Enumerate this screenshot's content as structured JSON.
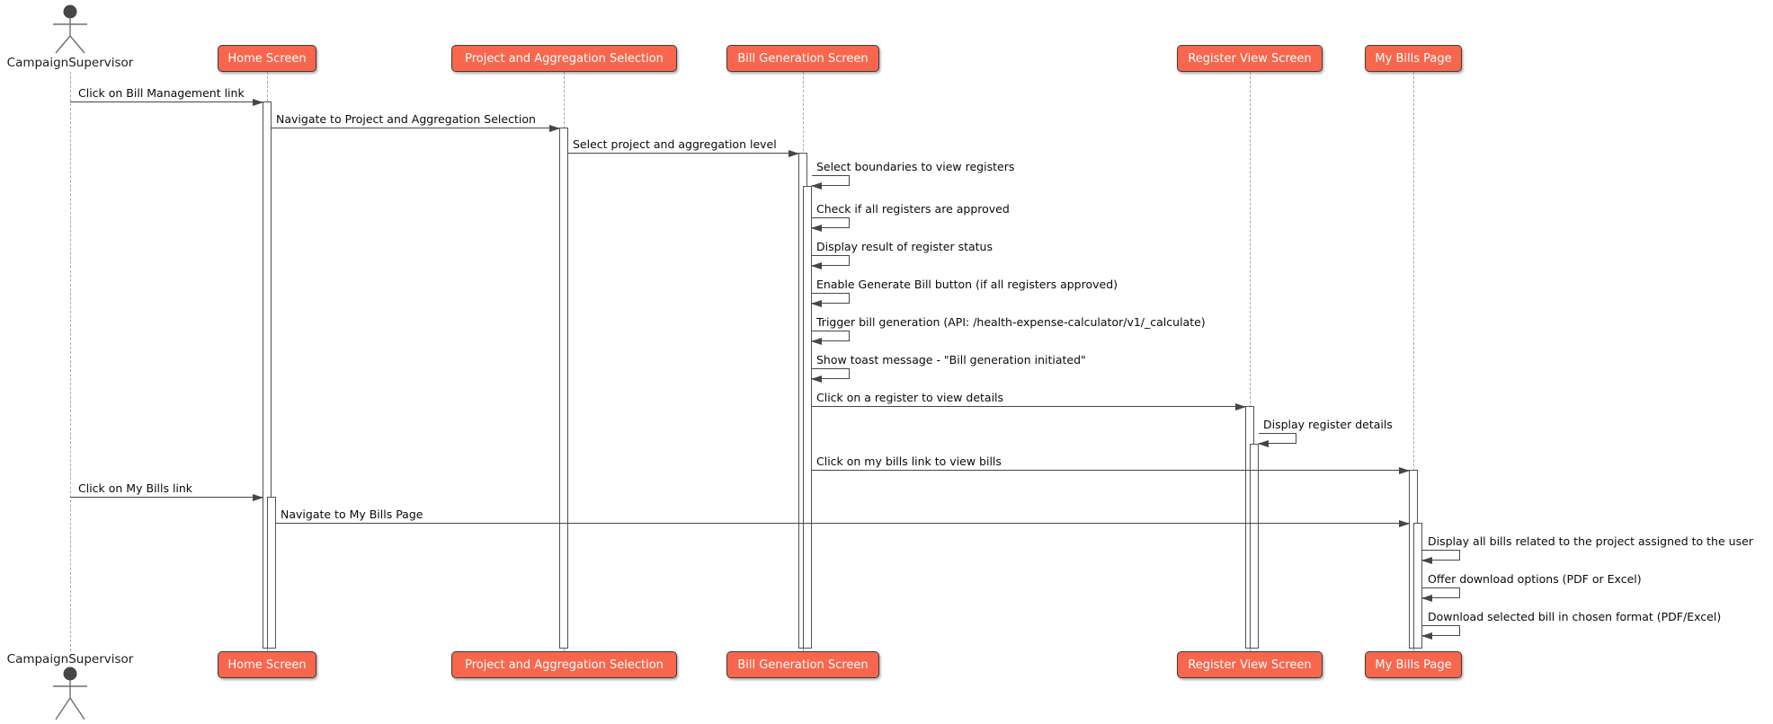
{
  "diagram": {
    "actor_name": "CampaignSupervisor",
    "participants": [
      {
        "label": "Home Screen"
      },
      {
        "label": "Project and Aggregation Selection"
      },
      {
        "label": "Bill Generation Screen"
      },
      {
        "label": "Register View Screen"
      },
      {
        "label": "My Bills Page"
      }
    ],
    "messages": [
      {
        "from": "CampaignSupervisor",
        "to": "Home Screen",
        "type": "arrow",
        "label": "Click on Bill Management link"
      },
      {
        "from": "Home Screen",
        "to": "Project and Aggregation Selection",
        "type": "arrow",
        "label": "Navigate to Project and Aggregation Selection"
      },
      {
        "from": "Project and Aggregation Selection",
        "to": "Bill Generation Screen",
        "type": "arrow",
        "label": "Select project and aggregation level"
      },
      {
        "from": "Bill Generation Screen",
        "to": "Bill Generation Screen",
        "type": "self",
        "label": "Select boundaries to view registers"
      },
      {
        "from": "Bill Generation Screen",
        "to": "Bill Generation Screen",
        "type": "self",
        "label": "Check if all registers are approved"
      },
      {
        "from": "Bill Generation Screen",
        "to": "Bill Generation Screen",
        "type": "self",
        "label": "Display result of register status"
      },
      {
        "from": "Bill Generation Screen",
        "to": "Bill Generation Screen",
        "type": "self",
        "label": "Enable Generate Bill button (if all registers approved)"
      },
      {
        "from": "Bill Generation Screen",
        "to": "Bill Generation Screen",
        "type": "self",
        "label": "Trigger bill generation (API: /health-expense-calculator/v1/_calculate)"
      },
      {
        "from": "Bill Generation Screen",
        "to": "Bill Generation Screen",
        "type": "self",
        "label": "Show toast message - \"Bill generation initiated\""
      },
      {
        "from": "Bill Generation Screen",
        "to": "Register View Screen",
        "type": "arrow",
        "label": "Click on a register to view details"
      },
      {
        "from": "Register View Screen",
        "to": "Register View Screen",
        "type": "self",
        "label": "Display register details"
      },
      {
        "from": "Bill Generation Screen",
        "to": "My Bills Page",
        "type": "arrow",
        "label": "Click on my bills link to view bills"
      },
      {
        "from": "CampaignSupervisor",
        "to": "Home Screen",
        "type": "arrow",
        "label": "Click on My Bills link"
      },
      {
        "from": "Home Screen",
        "to": "My Bills Page",
        "type": "arrow",
        "label": "Navigate to My Bills Page"
      },
      {
        "from": "My Bills Page",
        "to": "My Bills Page",
        "type": "self",
        "label": "Display all bills related to the project assigned to the user"
      },
      {
        "from": "My Bills Page",
        "to": "My Bills Page",
        "type": "self",
        "label": "Offer download options (PDF or Excel)"
      },
      {
        "from": "My Bills Page",
        "to": "My Bills Page",
        "type": "self",
        "label": "Download selected bill in chosen format (PDF/Excel)"
      }
    ],
    "colors": {
      "participant_fill": "#F8664D",
      "participant_border": "#3B3B3B",
      "participant_text": "#FFFFFF",
      "lifeline": "#A9A9A9",
      "arrow": "#454645",
      "message_text": "#0A0A0A"
    }
  }
}
